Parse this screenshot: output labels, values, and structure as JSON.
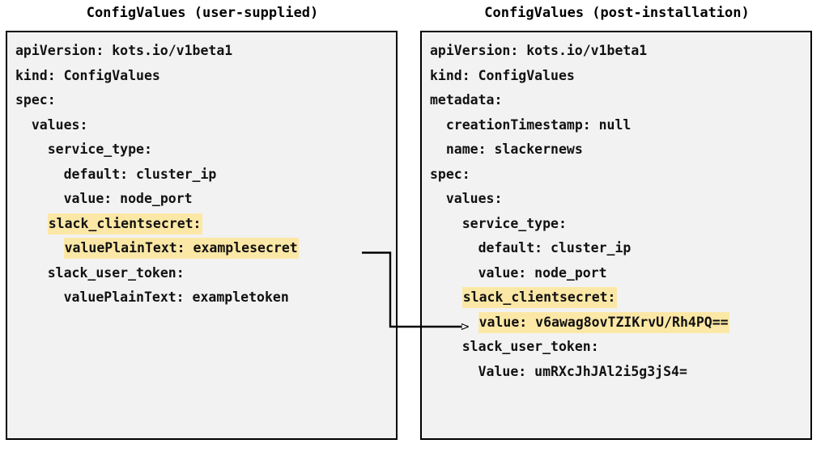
{
  "diagram": {
    "background": "#ffffff",
    "panel_background": "#f2f2f2",
    "panel_border": "#000000",
    "highlight_color": "#fce8a6",
    "text_color": "#111111"
  },
  "left_panel": {
    "title": "ConfigValues (user-supplied)",
    "lines": [
      {
        "text": "apiVersion: kots.io/v1beta1",
        "highlight": false
      },
      {
        "text": "kind: ConfigValues",
        "highlight": false
      },
      {
        "text": "spec:",
        "highlight": false
      },
      {
        "text": "  values:",
        "highlight": false
      },
      {
        "text": "    service_type:",
        "highlight": false
      },
      {
        "text": "      default: cluster_ip",
        "highlight": false
      },
      {
        "text": "      value: node_port",
        "highlight": false
      },
      {
        "text": "    slack_clientsecret:",
        "highlight": true
      },
      {
        "text": "      valuePlainText: examplesecret",
        "highlight": true
      },
      {
        "text": "    slack_user_token:",
        "highlight": false
      },
      {
        "text": "      valuePlainText: exampletoken",
        "highlight": false
      }
    ]
  },
  "right_panel": {
    "title": "ConfigValues (post-installation)",
    "lines": [
      {
        "text": "apiVersion: kots.io/v1beta1",
        "highlight": false
      },
      {
        "text": "kind: ConfigValues",
        "highlight": false
      },
      {
        "text": "metadata:",
        "highlight": false
      },
      {
        "text": "  creationTimestamp: null",
        "highlight": false
      },
      {
        "text": "  name: slackernews",
        "highlight": false
      },
      {
        "text": "spec:",
        "highlight": false
      },
      {
        "text": "  values:",
        "highlight": false
      },
      {
        "text": "    service_type:",
        "highlight": false
      },
      {
        "text": "      default: cluster_ip",
        "highlight": false
      },
      {
        "text": "      value: node_port",
        "highlight": false
      },
      {
        "text": "    slack_clientsecret:",
        "highlight": true
      },
      {
        "text": "      value: v6awag8ovTZIKrvU/Rh4PQ==",
        "highlight": true
      },
      {
        "text": "    slack_user_token:",
        "highlight": false
      },
      {
        "text": "      Value: umRXcJhJAl2i5g3jS4=",
        "highlight": false
      }
    ]
  },
  "connector": {
    "label": "",
    "from": "left_panel.lines.8",
    "to": "right_panel.lines.11",
    "color": "#000000"
  }
}
